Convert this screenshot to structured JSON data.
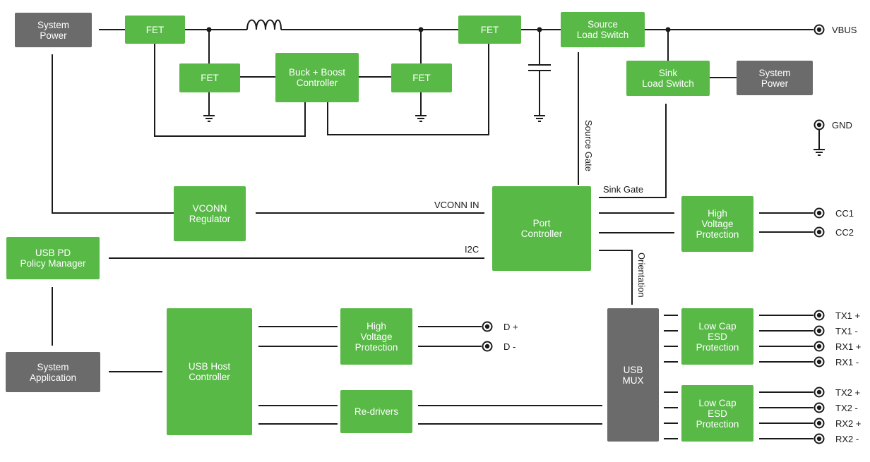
{
  "colors": {
    "block_green": "#58b947",
    "block_gray": "#6b6b6b",
    "wire": "#1a1a1a"
  },
  "blocks": {
    "system_power_left": "System\nPower",
    "fet_top_left": "FET",
    "fet_mid_left": "FET",
    "buck_boost": "Buck + Boost\nController",
    "fet_mid_right": "FET",
    "fet_top_right": "FET",
    "source_load_switch": "Source\nLoad Switch",
    "sink_load_switch": "Sink\nLoad Switch",
    "system_power_right": "System\nPower",
    "vconn_regulator": "VCONN\nRegulator",
    "port_controller": "Port\nController",
    "hvp_cc": "High\nVoltage\nProtection",
    "usb_pd_policy": "USB PD\nPolicy Manager",
    "system_application": "System\nApplication",
    "usb_host_controller": "USB Host\nController",
    "hvp_d": "High\nVoltage\nProtection",
    "re_drivers": "Re-drivers",
    "usb_mux": "USB\nMUX",
    "esd_1": "Low Cap\nESD\nProtection",
    "esd_2": "Low Cap\nESD\nProtection"
  },
  "signals": {
    "vconn_in": "VCONN IN",
    "i2c": "I2C",
    "sink_gate": "Sink Gate",
    "source_gate": "Source Gate",
    "orientation": "Orientation"
  },
  "pins": {
    "vbus": "VBUS",
    "gnd": "GND",
    "cc1": "CC1",
    "cc2": "CC2",
    "d_plus": "D +",
    "d_minus": "D -",
    "tx1p": "TX1 +",
    "tx1m": "TX1 -",
    "rx1p": "RX1 +",
    "rx1m": "RX1 -",
    "tx2p": "TX2 +",
    "tx2m": "TX2 -",
    "rx2p": "RX2 +",
    "rx2m": "RX2 -"
  }
}
